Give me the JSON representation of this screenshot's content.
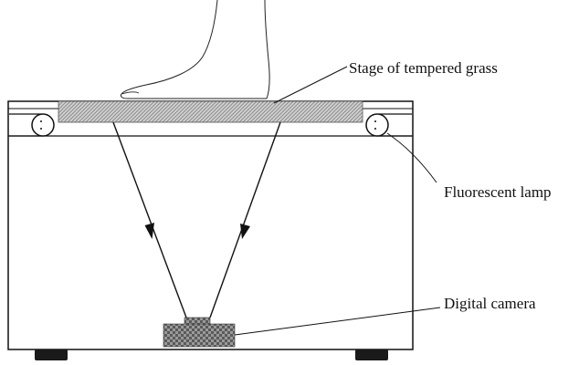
{
  "labels": {
    "stage": "Stage of tempered grass",
    "lamp": "Fluorescent lamp",
    "camera": "Digital camera"
  },
  "colors": {
    "line": "#111111",
    "hatch_light": "#d6d6d6",
    "hatch_dark": "#8a8a8a",
    "checker_light": "#9a9a9a",
    "checker_dark": "#5a5a5a",
    "feet": "#1a1a1a",
    "background": "#ffffff"
  }
}
